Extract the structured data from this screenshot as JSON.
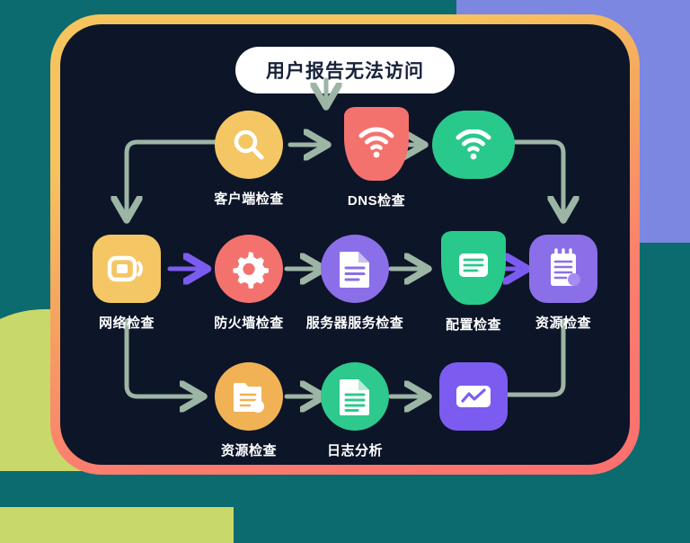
{
  "title": "用户报告无法访问",
  "theme": {
    "page_background": "#0c6b6e",
    "card_background": "#0d1528",
    "border_gradient_from": "#f6c45e",
    "border_gradient_to": "#fb6f6e",
    "connector_color": "#9db5a5",
    "accent_arrow_purple": "#7c5cf0",
    "label_color": "#ffffff",
    "blob_periwinkle": "#7b87e0",
    "blob_lime": "#c9d86a"
  },
  "nodes": [
    {
      "id": "client-check",
      "label": "客户端检查",
      "icon": "magnifier-icon",
      "shape": "circle",
      "color": "#f5c664",
      "row": 1
    },
    {
      "id": "dns-check",
      "label": "DNS检查",
      "icon": "shield-wifi-icon",
      "shape": "shield",
      "color": "#f4726e",
      "row": 1
    },
    {
      "id": "wifi-ok",
      "label": "",
      "icon": "wifi-icon",
      "shape": "pill",
      "color": "#29c98c",
      "row": 1
    },
    {
      "id": "network-check",
      "label": "网络检查",
      "icon": "router-icon",
      "shape": "rsq",
      "color": "#f5c664",
      "row": 2
    },
    {
      "id": "firewall-check",
      "label": "防火墙检查",
      "icon": "gear-icon",
      "shape": "circle",
      "color": "#f4726e",
      "row": 2
    },
    {
      "id": "server-check",
      "label": "服务器服务检查",
      "icon": "document-icon",
      "shape": "circle",
      "color": "#8b6fe8",
      "row": 2
    },
    {
      "id": "config-check",
      "label": "配置检查",
      "icon": "shield-document-icon",
      "shape": "shield",
      "color": "#29c98c",
      "row": 2
    },
    {
      "id": "resource-check",
      "label": "资源检查",
      "icon": "notepad-icon",
      "shape": "rsq",
      "color": "#8b6fe8",
      "row": 2
    },
    {
      "id": "resource-check-2",
      "label": "资源检查",
      "icon": "report-icon",
      "shape": "circle",
      "color": "#f0b254",
      "row": 3
    },
    {
      "id": "log-analysis",
      "label": "日志分析",
      "icon": "log-document-icon",
      "shape": "circle",
      "color": "#2ec98d",
      "row": 3
    },
    {
      "id": "chart-result",
      "label": "",
      "icon": "line-chart-icon",
      "shape": "rsq",
      "color": "#7c5cf0",
      "row": 3
    }
  ],
  "flow": {
    "entry_arrow": "down-arrow-from-title",
    "connections": [
      {
        "from": "title",
        "to": "dns-check",
        "style": "down-arrow"
      },
      {
        "from": "client-check",
        "to": "dns-check",
        "style": "right-arrow"
      },
      {
        "from": "dns-check",
        "to": "wifi-ok",
        "style": "right-arrow"
      },
      {
        "from": "client-check",
        "to": "network-check",
        "style": "elbow-left-down"
      },
      {
        "from": "wifi-ok",
        "to": "resource-check",
        "style": "elbow-right-down"
      },
      {
        "from": "network-check",
        "to": "firewall-check",
        "style": "right-arrow-purple"
      },
      {
        "from": "firewall-check",
        "to": "server-check",
        "style": "right-arrow"
      },
      {
        "from": "server-check",
        "to": "config-check",
        "style": "right-arrow"
      },
      {
        "from": "config-check",
        "to": "resource-check",
        "style": "right-arrow-purple"
      },
      {
        "from": "network-check",
        "to": "resource-check-2",
        "style": "elbow-left-down"
      },
      {
        "from": "resource-check-2",
        "to": "log-analysis",
        "style": "right-arrow"
      },
      {
        "from": "log-analysis",
        "to": "chart-result",
        "style": "right-arrow"
      },
      {
        "from": "resource-check",
        "to": "chart-result",
        "style": "elbow-right-down"
      }
    ]
  }
}
